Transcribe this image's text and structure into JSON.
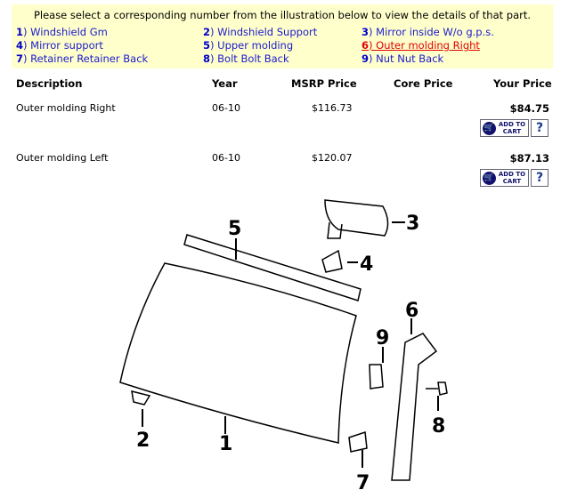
{
  "intro": "Please select a corresponding number from the illustration below to view the details of that part.",
  "parts": [
    {
      "num": "1",
      "label": ") Windshield Gm"
    },
    {
      "num": "2",
      "label": ") Windshield Support"
    },
    {
      "num": "3",
      "label": ") Mirror inside W/o g.p.s."
    },
    {
      "num": "4",
      "label": ") Mirror support"
    },
    {
      "num": "5",
      "label": ") Upper molding"
    },
    {
      "num": "6",
      "label": ") Outer molding Right"
    },
    {
      "num": "7",
      "label": ") Retainer Retainer Back"
    },
    {
      "num": "8",
      "label": ") Bolt Bolt Back"
    },
    {
      "num": "9",
      "label": ") Nut Nut Back"
    }
  ],
  "headers": {
    "description": "Description",
    "year": "Year",
    "msrp": "MSRP Price",
    "core": "Core Price",
    "your": "Your Price"
  },
  "rows": [
    {
      "description": "Outer molding Right",
      "year": "06-10",
      "msrp": "$116.73",
      "core": "",
      "your": "$84.75"
    },
    {
      "description": "Outer molding Left",
      "year": "06-10",
      "msrp": "$120.07",
      "core": "",
      "your": "$87.13"
    }
  ],
  "cart": {
    "line1": "ADD TO",
    "line2": "CART",
    "help": "?"
  },
  "colors": {
    "legend_bg": "#ffffcc",
    "link": "#1a1acc",
    "active": "#e00000"
  }
}
